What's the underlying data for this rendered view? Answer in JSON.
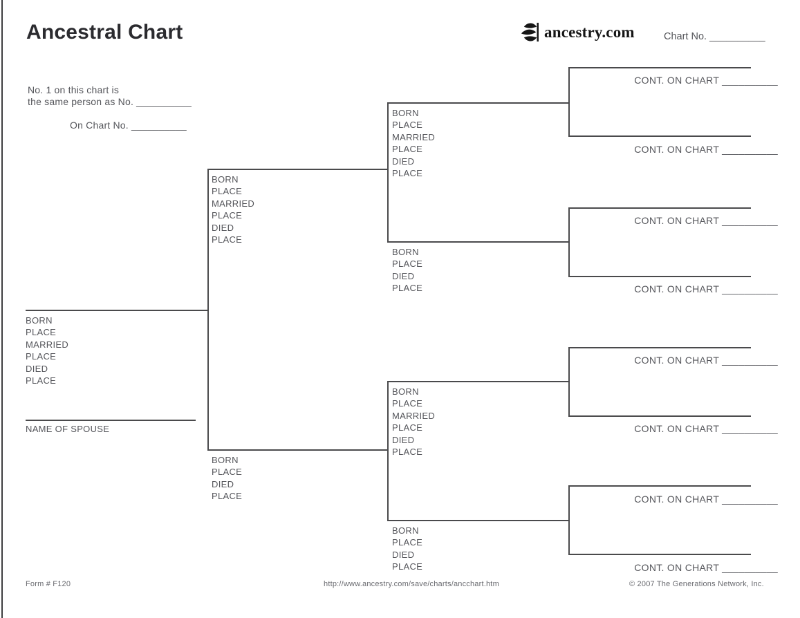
{
  "header": {
    "title": "Ancestral Chart",
    "logo_text": "ancestry.com",
    "chart_no_label": "Chart No.",
    "chart_no_blank": "__________"
  },
  "reference": {
    "line1": "No. 1 on this chart is",
    "line2_label": "the same person as No.",
    "line2_blank": "__________",
    "line3_label": "On Chart No.",
    "line3_blank": "__________"
  },
  "labels": {
    "full": [
      "BORN",
      "PLACE",
      "MARRIED",
      "PLACE",
      "DIED",
      "PLACE"
    ],
    "short": [
      "BORN",
      "PLACE",
      "DIED",
      "PLACE"
    ],
    "spouse": "NAME OF SPOUSE",
    "cont_label": "CONT. ON CHART",
    "cont_blank": "__________"
  },
  "footer": {
    "form_number": "Form # F120",
    "url": "http://www.ancestry.com/save/charts/ancchart.htm",
    "copyright": "© 2007 The Generations Network, Inc."
  },
  "colors": {
    "line": "#4a4a4c",
    "label_text": "#54555a",
    "title_text": "#2b2b2f"
  }
}
